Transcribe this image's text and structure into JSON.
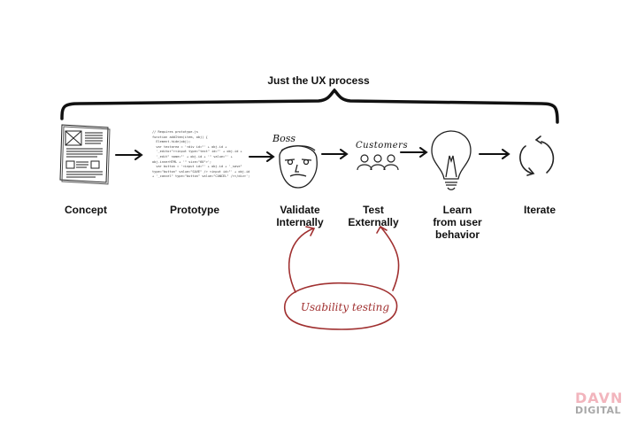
{
  "title": "Just the UX process",
  "steps": [
    {
      "lines": [
        "Concept"
      ],
      "icon": "document-icon"
    },
    {
      "lines": [
        "Prototype"
      ],
      "icon": "code-icon"
    },
    {
      "lines": [
        "Validate",
        "Internally"
      ],
      "icon": "boss-face-icon"
    },
    {
      "lines": [
        "Test",
        "Externally"
      ],
      "icon": "customers-icon"
    },
    {
      "lines": [
        "Learn",
        "from user",
        "behavior"
      ],
      "icon": "lightbulb-icon"
    },
    {
      "lines": [
        "Iterate"
      ],
      "icon": "cycle-icon"
    }
  ],
  "boss_label": "Boss",
  "customers_label": "Customers",
  "usability_label": "Usability testing",
  "code_lines": [
    "// Requires prototype.js",
    "function addItem(item, obj) {",
    "  Element.hide(obj);",
    "  var textarea = '<div id=\"' + obj.id +",
    "  '_editor\"><input type=\"text\" id=\"' + obj.id +",
    "  '_edit\" name=\"' + obj.id + '\" value=\"' +",
    "obj.innerHTML + '\" size=\"60\">';",
    "  var button = '<input id=\"' + obj.id + '_save\"",
    "type=\"button\" value=\"SAVE\" /> <input id=\"' + obj.id",
    "+ '_cancel\" type=\"button\" value=\"CANCEL\" /></div>';"
  ],
  "logo_top": "DAVN",
  "logo_bottom": "DIGITAL",
  "colors": {
    "ink": "#111111",
    "usability": "#a03030",
    "logo_pink": "#f2b5bd",
    "logo_gray": "#a8a8a8"
  }
}
